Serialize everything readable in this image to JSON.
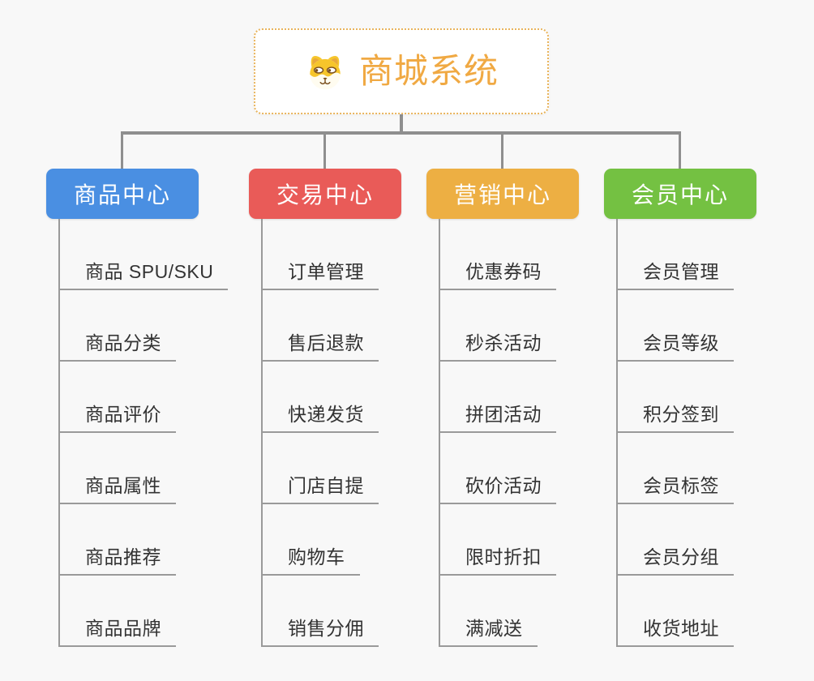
{
  "root": {
    "title": "商城系统",
    "icon": "dog-face-icon"
  },
  "branches": [
    {
      "label": "商品中心",
      "color": "#4a8fe2",
      "items": [
        "商品 SPU/SKU",
        "商品分类",
        "商品评价",
        "商品属性",
        "商品推荐",
        "商品品牌"
      ]
    },
    {
      "label": "交易中心",
      "color": "#e95b58",
      "items": [
        "订单管理",
        "售后退款",
        "快递发货",
        "门店自提",
        "购物车",
        "销售分佣"
      ]
    },
    {
      "label": "营销中心",
      "color": "#edaf43",
      "items": [
        "优惠券码",
        "秒杀活动",
        "拼团活动",
        "砍价活动",
        "限时折扣",
        "满减送"
      ]
    },
    {
      "label": "会员中心",
      "color": "#74c142",
      "items": [
        "会员管理",
        "会员等级",
        "积分签到",
        "会员标签",
        "会员分组",
        "收货地址"
      ]
    }
  ],
  "colors": {
    "root_title": "#f0a943",
    "root_border": "#e9b45c",
    "connector": "#8f8f8f",
    "leaf_line": "#9a9a9a",
    "leaf_text": "#333333",
    "background": "#f8f8f8"
  }
}
